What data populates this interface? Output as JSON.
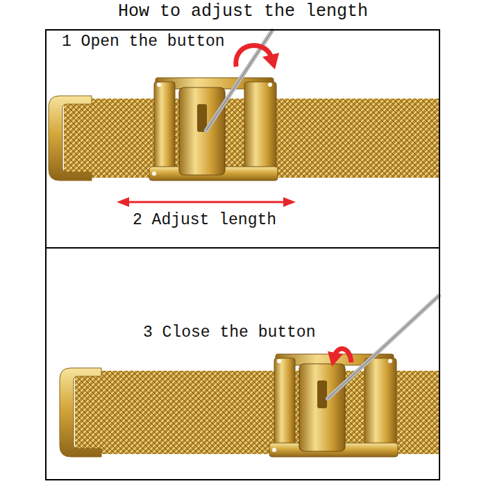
{
  "diagram": {
    "title": "How to adjust the length",
    "nodes": [
      {
        "text": [
          "1 Open the button",
          "2 Adjust length"
        ]
      },
      {
        "text": [
          "3 Close the button"
        ]
      }
    ]
  }
}
